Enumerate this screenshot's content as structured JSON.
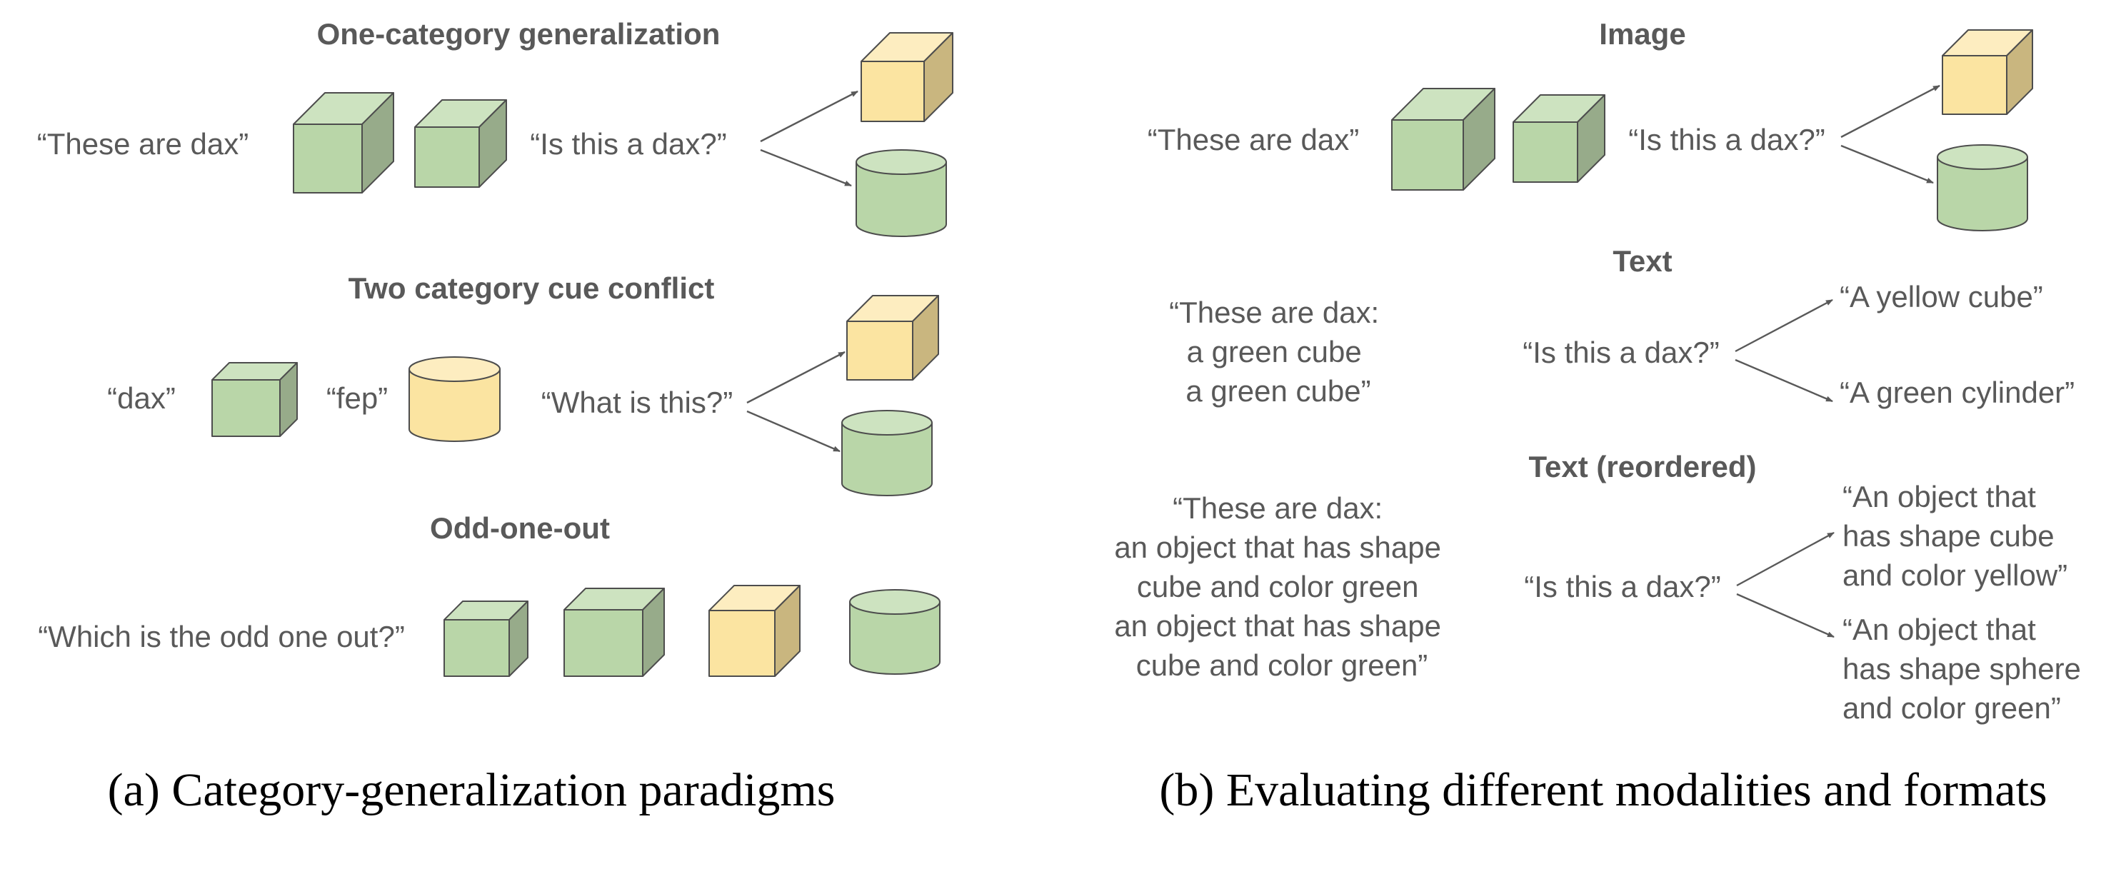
{
  "colors": {
    "text": "#595959",
    "caption_text": "#000000",
    "green_front": "#b9d6a8",
    "green_top": "#cde3c0",
    "green_side": "#97ab8a",
    "yellow_front": "#fbe4a1",
    "yellow_top": "#fdedc0",
    "yellow_side": "#c9b67f",
    "outline": "#4d4d4d"
  },
  "panel_a": {
    "caption": "(a) Category-generalization paradigms",
    "one_category": {
      "heading": "One-category generalization",
      "context": "“These are dax”",
      "question": "“Is this a dax?”"
    },
    "cue_conflict": {
      "heading": "Two category cue conflict",
      "label_1": "“dax”",
      "label_2": "“fep”",
      "question": "“What is this?”"
    },
    "odd_one_out": {
      "heading": "Odd-one-out",
      "question": "“Which is the odd one out?”"
    }
  },
  "panel_b": {
    "caption": "(b) Evaluating different modalities and formats",
    "image": {
      "heading": "Image",
      "context": "“These are dax”",
      "question": "“Is this a dax?”"
    },
    "text": {
      "heading": "Text",
      "context_lines": [
        "“These are dax:",
        "a green cube",
        "a green cube”"
      ],
      "question": "“Is this a dax?”",
      "option_1": "“A yellow cube”",
      "option_2": "“A green cylinder”"
    },
    "text_reordered": {
      "heading": "Text (reordered)",
      "context_lines": [
        "“These are dax:",
        "an object that has shape",
        "cube and color green",
        "an object that has shape",
        "cube and color green”"
      ],
      "question": "“Is this a dax?”",
      "option_1_lines": [
        "“An object that",
        "has shape cube",
        "and color yellow”"
      ],
      "option_2_lines": [
        "“An object that",
        "has shape sphere",
        "and color green”"
      ]
    }
  }
}
